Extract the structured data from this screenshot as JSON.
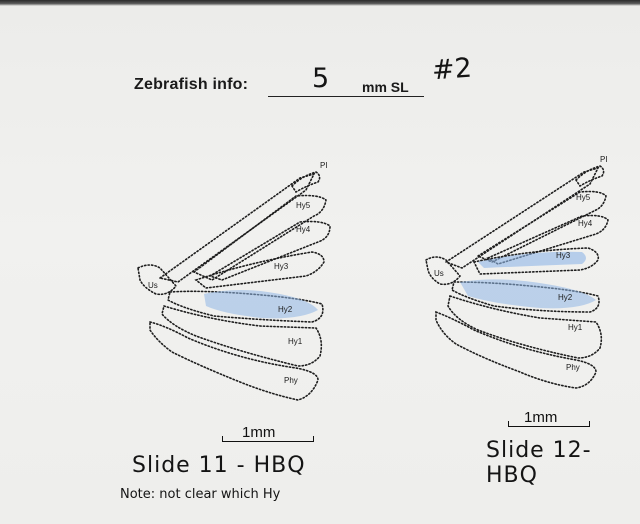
{
  "header": {
    "label": "Zebrafish info:",
    "size_value": "5",
    "size_unit": "mm SL",
    "fish_number": "#2"
  },
  "fin_labels": {
    "us": "Us",
    "pi": "PI",
    "hy5": "Hy5",
    "hy4": "Hy4",
    "hy3": "Hy3",
    "hy2": "Hy2",
    "hy1": "Hy1",
    "phy": "Phy"
  },
  "left_panel": {
    "scale_label": "1mm",
    "slide_label": "Slide 11 - HBQ",
    "note": "Note: not clear which Hy"
  },
  "right_panel": {
    "scale_label": "1mm",
    "slide_label": "Slide 12-HBQ"
  },
  "colors": {
    "stain": "#8fb6e6",
    "outline": "#1e1e1e",
    "paper": "#efefed"
  }
}
